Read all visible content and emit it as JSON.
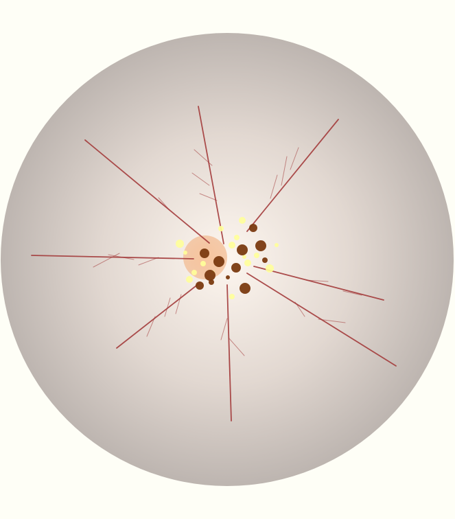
{
  "scene": {
    "kind": "retina-fundus-illustration",
    "colors": {
      "page_background": "#fefef6",
      "fundus_center": "#fdf6ef",
      "fundus_mid": "#e2d8d1",
      "fundus_edge": "#bdb5b0",
      "vessel": "#a33b3b",
      "optic_disc": "#f2b98e",
      "hemorrhage": "#7a3a10",
      "exudate": "#ffff99"
    },
    "features": [
      "fundus",
      "optic-disc",
      "blood-vessels",
      "hemorrhages",
      "hard-exudates"
    ]
  }
}
